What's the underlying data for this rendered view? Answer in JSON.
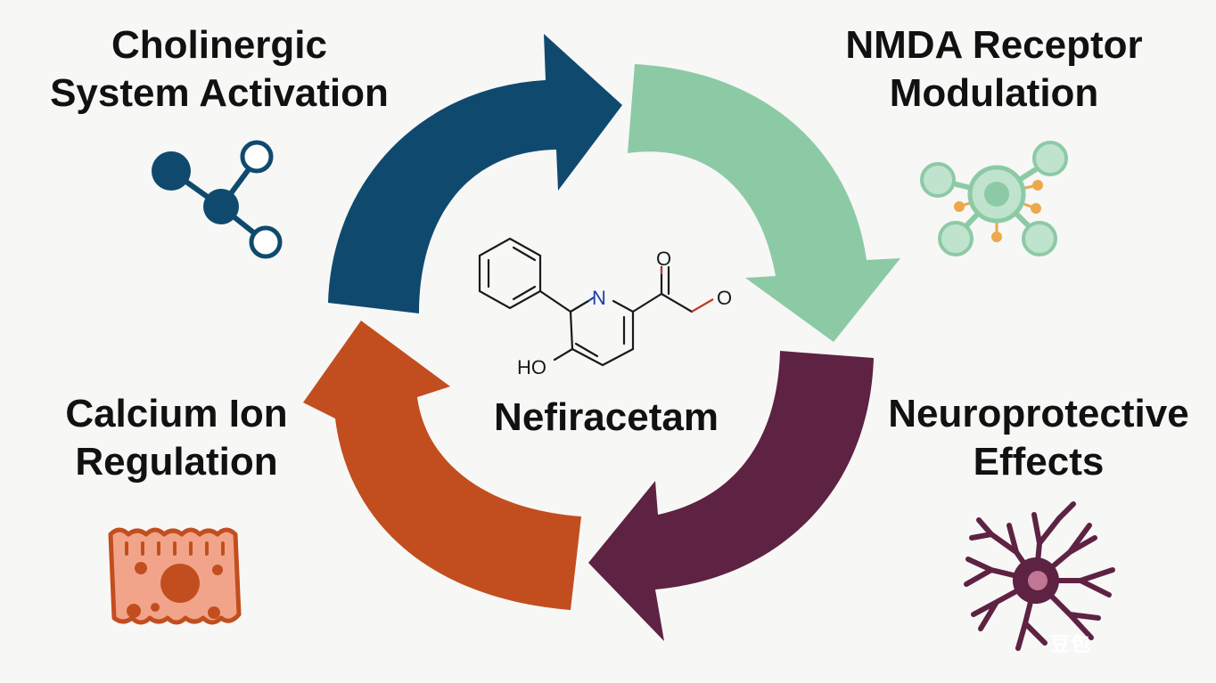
{
  "diagram": {
    "center": {
      "name": "Nefiracetam",
      "atoms": {
        "nitrogen": "N",
        "hydroxyl": "HO",
        "oxygen_carbonyl": "O",
        "oxygen_ether": "O"
      }
    },
    "nodes": {
      "cholinergic": {
        "line1": "Cholinergic",
        "line2": "System Activation",
        "icon": "molecule-icon",
        "color": "#0f4a6e"
      },
      "nmda": {
        "line1": "NMDA Receptor",
        "line2": "Modulation",
        "icon": "receptor-network-icon",
        "color": "#8ccaa6"
      },
      "neuro": {
        "line1": "Neuroprotective",
        "line2": "Effects",
        "icon": "neuron-icon",
        "color": "#5e2242"
      },
      "calcium": {
        "line1": "Calcium Ion",
        "line2": "Regulation",
        "icon": "cell-icon",
        "color": "#c24e1f"
      }
    },
    "watermark": "豆包"
  }
}
